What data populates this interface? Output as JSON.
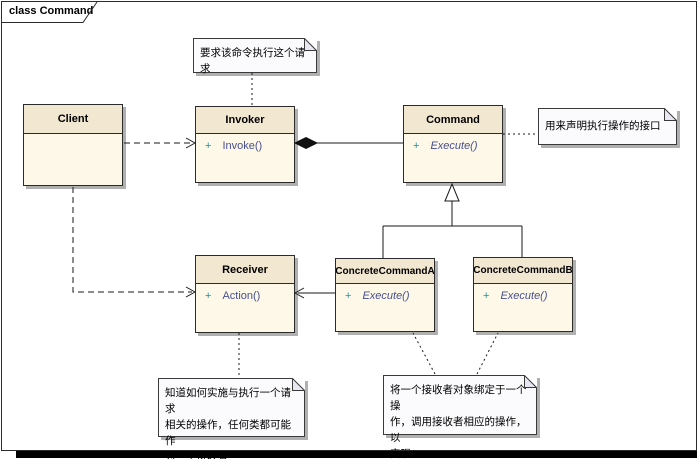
{
  "frame": {
    "title": "class Command"
  },
  "classes": {
    "client": {
      "name": "Client"
    },
    "invoker": {
      "name": "Invoker",
      "method": {
        "visibility": "+",
        "name": "Invoke()"
      }
    },
    "command": {
      "name": "Command",
      "method": {
        "visibility": "+",
        "name": "Execute()"
      }
    },
    "receiver": {
      "name": "Receiver",
      "method": {
        "visibility": "+",
        "name": "Action()"
      }
    },
    "concreteCommandA": {
      "name": "ConcreteCommandA",
      "method": {
        "visibility": "+",
        "name": "Execute()"
      }
    },
    "concreteCommandB": {
      "name": "ConcreteCommandB",
      "method": {
        "visibility": "+",
        "name": "Execute()"
      }
    }
  },
  "notes": {
    "invoker_note": {
      "text": "要求该命令执行这个请求"
    },
    "command_note": {
      "text": "用来声明执行操作的接口"
    },
    "receiver_note": {
      "text": "知道如何实施与执行一个请求\n相关的操作，任何类都可能作\n为一个接收者"
    },
    "concrete_note": {
      "text": "将一个接收者对象绑定于一个操\n作，调用接收者相应的操作，以\n实现Execute"
    }
  },
  "colors": {
    "class_header": "#f2e7d0",
    "class_body": "#fdf8e7",
    "note_fill": "#fbfafd",
    "border": "#2b2b2b",
    "shadow": "#b0b0b0",
    "method_visibility": "#1f93a0",
    "method_name": "#474f91",
    "line": "#1a1a1a"
  }
}
